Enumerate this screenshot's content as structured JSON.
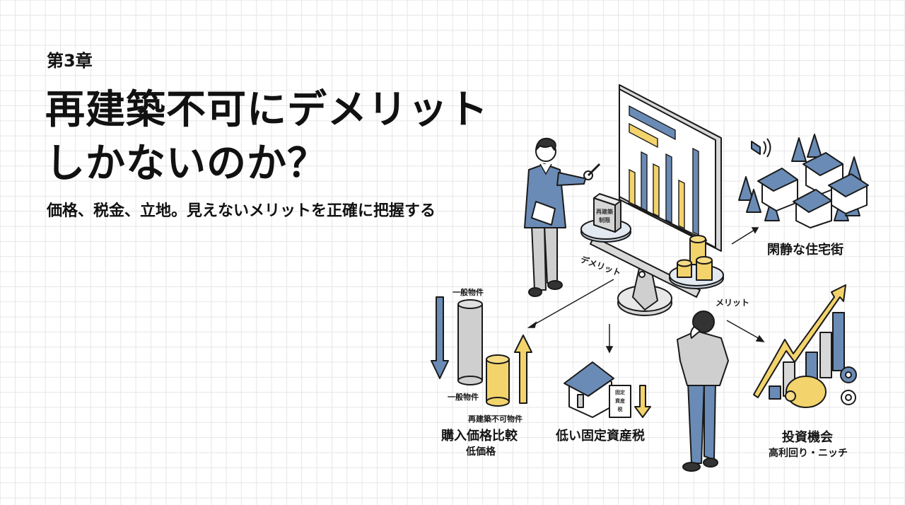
{
  "slide": {
    "chapter": "第3章",
    "title_line1": "再建築不可にデメリット",
    "title_line2": "しかないのか？",
    "subtitle": "価格、税金、立地。見えないメリットを正確に把握する"
  },
  "illustration": {
    "block_label_line1": "再建築",
    "block_label_line2": "制限",
    "scale_left_label": "デメリット",
    "scale_right_label": "メリット",
    "quiet_area": {
      "label": "閑静な住宅街"
    },
    "price_compare": {
      "top_label": "一般物件",
      "mid_label": "一般物件",
      "bottom_label": "再建築不可物件",
      "title": "購入価格比較",
      "sub": "低価格"
    },
    "tax": {
      "doc_label": "固定資産税",
      "title": "低い固定資産税"
    },
    "investment": {
      "title": "投資機会",
      "sub": "高利回り・ニッチ"
    },
    "icons": [
      "presenter-figure",
      "chart-board",
      "balance-scale",
      "coin-stack",
      "speaker-icon",
      "houses",
      "trees",
      "piggy-bank-icon",
      "gear-icon",
      "trend-arrow-icon",
      "thinking-person"
    ]
  },
  "colors": {
    "blue": "#6a8bb5",
    "yellow": "#f3d36b",
    "gray": "#cfcfcf",
    "outline": "#1a1a1a",
    "grid": "#e6e6e6"
  }
}
